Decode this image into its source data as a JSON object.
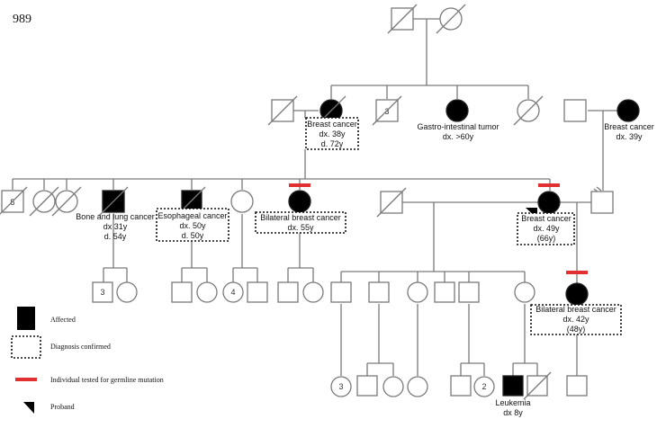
{
  "figure_id": "989",
  "notes": {
    "gen2_breast": [
      "Breast cancer",
      "dx. 38y",
      "d. 72y"
    ],
    "gen2_gi": [
      "Gastro-intestinal tumor",
      "dx. >60y"
    ],
    "gen2_right_breast": [
      "Breast cancer",
      "dx. 39y"
    ],
    "bone_lung": [
      "Bone and lung cancer",
      "dx 31y",
      "d. 54y"
    ],
    "esophageal": [
      "Esophageal cancer",
      "dx. 50y",
      "d. 50y"
    ],
    "bilateral_1": [
      "Bilateral breast cancer",
      "dx. 55y"
    ],
    "proband_breast": [
      "Breast cancer",
      "dx. 49y",
      "(66y)"
    ],
    "bilateral_2": [
      "Bilateral breast cancer",
      "dx. 42y",
      "(48y)"
    ],
    "leukemia": [
      "Leukemia",
      "dx 8y"
    ]
  },
  "counts": {
    "gen2_sibs": "3",
    "gen3_sibs": "5",
    "gen4_a": "3",
    "gen4_b": "4",
    "gen5_a": "3",
    "gen5_b": "2"
  },
  "legend": {
    "affected": "Affected",
    "confirmed": "Diagnosis confirmed",
    "tested": "Individual tested for germline mutation",
    "proband": "Proband"
  }
}
